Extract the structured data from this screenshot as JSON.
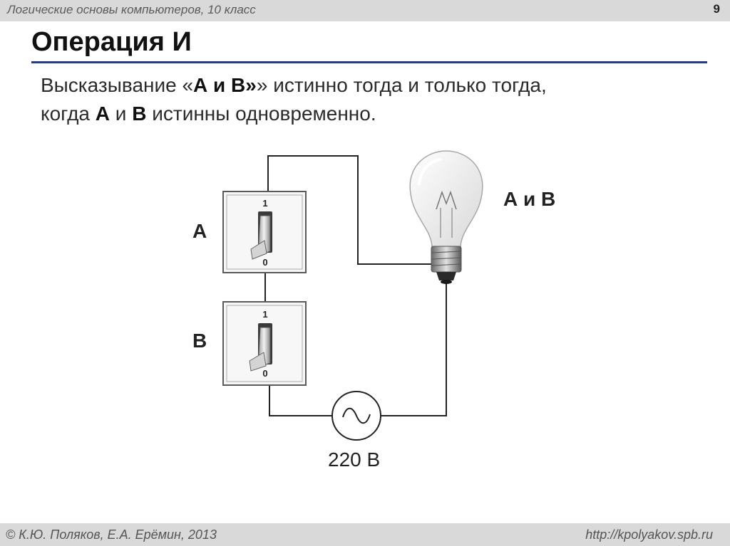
{
  "header": {
    "course": "Логические основы компьютеров, 10 класс",
    "slide_number": "9"
  },
  "title": "Операция И",
  "statement": {
    "p1": "Высказывание «",
    "ab": "А и В",
    "p2": "» истинно тогда и только тогда,",
    "p3": "когда ",
    "a": "А",
    "p4": " и ",
    "b": "В",
    "p5": " истинны одновременно."
  },
  "diagram": {
    "switch_a_label": "А",
    "switch_b_label": "В",
    "lamp_label": "А и В",
    "switch_on_mark": "1",
    "switch_off_mark": "0",
    "source_label": "220 В"
  },
  "footer": {
    "authors": "© К.Ю. Поляков, Е.А. Ерёмин, 2013",
    "site": "http://kpolyakov.spb.ru"
  },
  "colors": {
    "title_rule": "#1f3a93",
    "bars": "#d9d9d9"
  }
}
